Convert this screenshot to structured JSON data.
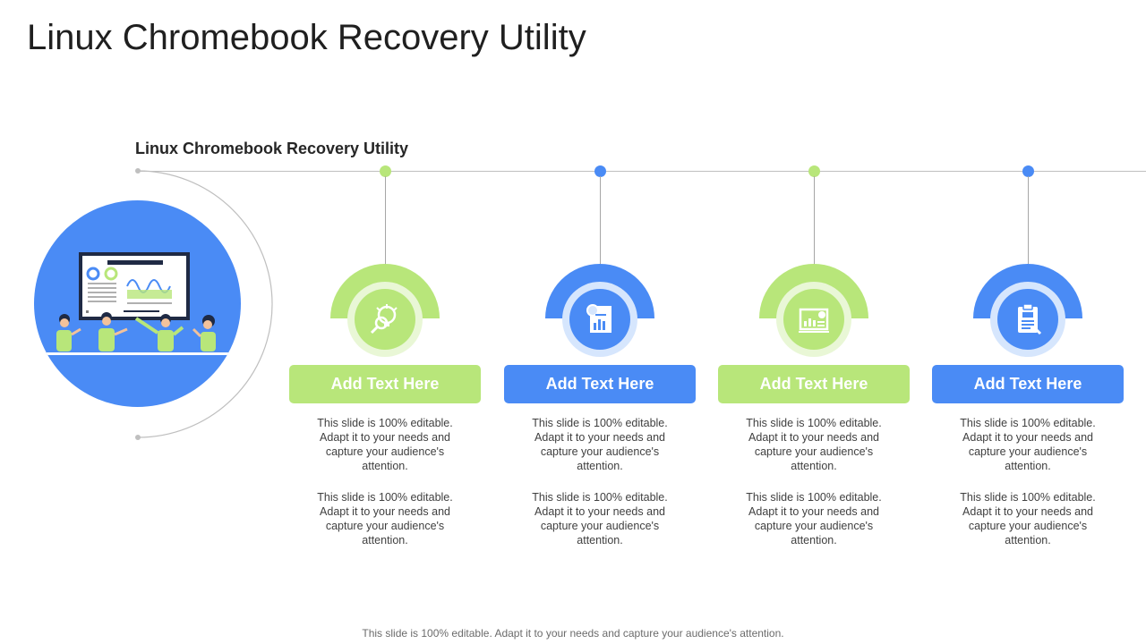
{
  "slide": {
    "title": "Linux Chromebook Recovery Utility",
    "subtitle": "Linux Chromebook Recovery Utility",
    "footer": "This slide is 100% editable. Adapt it to your needs and capture your audience's attention."
  },
  "steps": [
    {
      "label": "Add Text Here",
      "icon": "lightbulb-magnifier-icon",
      "color": "#b8e67a",
      "desc1": "This slide is 100% editable. Adapt it to your needs and capture your audience's attention.",
      "desc2": "This slide is 100% editable. Adapt it to your needs and capture your audience's attention."
    },
    {
      "label": "Add Text Here",
      "icon": "report-chart-icon",
      "color": "#4a8bf5",
      "desc1": "This slide is 100% editable. Adapt it to your needs and capture your audience's attention.",
      "desc2": "This slide is 100% editable. Adapt it to your needs and capture your audience's attention."
    },
    {
      "label": "Add Text Here",
      "icon": "presentation-board-icon",
      "color": "#b8e67a",
      "desc1": "This slide is 100% editable. Adapt it to your needs and capture your audience's attention.",
      "desc2": "This slide is 100% editable. Adapt it to your needs and capture your audience's attention."
    },
    {
      "label": "Add Text Here",
      "icon": "clipboard-document-icon",
      "color": "#4a8bf5",
      "desc1": "This slide is 100% editable. Adapt it to your needs and capture your audience's attention.",
      "desc2": "This slide is 100% editable. Adapt it to your needs and capture your audience's attention."
    }
  ],
  "colors": {
    "green": "#b8e67a",
    "blue": "#4a8bf5"
  }
}
